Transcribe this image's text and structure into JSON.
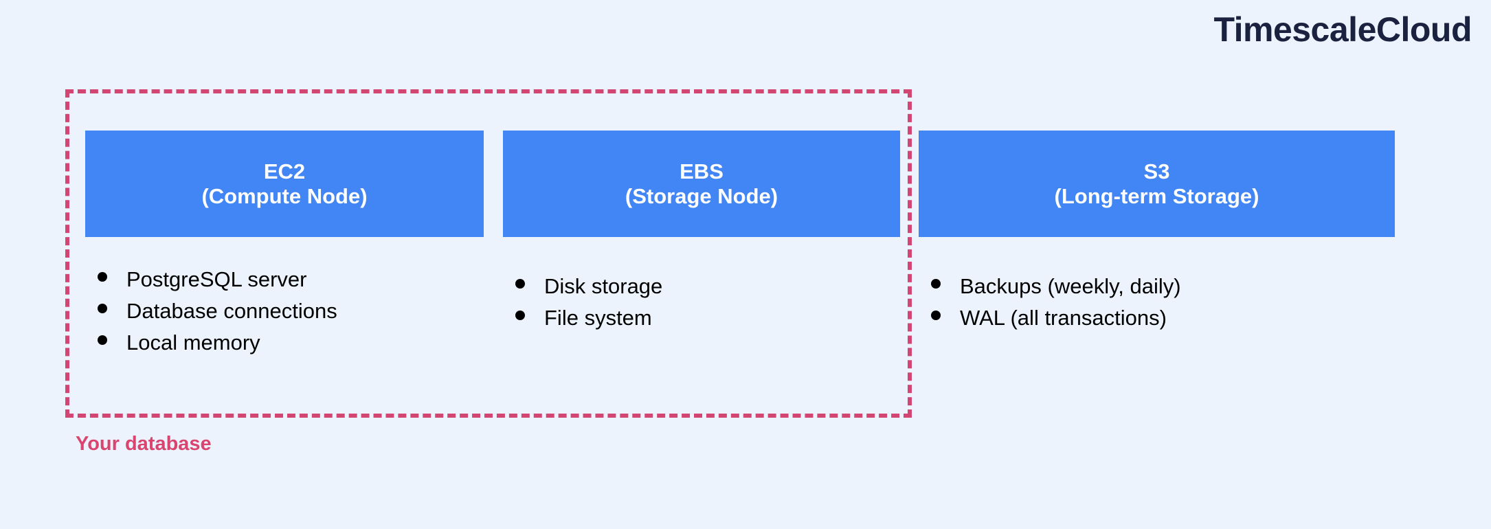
{
  "brand": {
    "name": "TimescaleCloud"
  },
  "boundary": {
    "label": "Your database"
  },
  "colors": {
    "background": "#edf3fd",
    "node_fill": "#4285f4",
    "node_text": "#ffffff",
    "boundary_stroke": "#d34572",
    "boundary_label": "#d9456f",
    "brand_text": "#1b2240",
    "bullet_text": "#000000"
  },
  "columns": [
    {
      "id": "ec2",
      "title": "EC2",
      "subtitle": "(Compute Node)",
      "bullets": [
        "PostgreSQL server",
        "Database connections",
        "Local memory"
      ]
    },
    {
      "id": "ebs",
      "title": "EBS",
      "subtitle": "(Storage Node)",
      "bullets": [
        "Disk storage",
        "File system"
      ]
    },
    {
      "id": "s3",
      "title": "S3",
      "subtitle": "(Long-term Storage)",
      "bullets": [
        "Backups (weekly, daily)",
        "WAL (all transactions)"
      ]
    }
  ]
}
